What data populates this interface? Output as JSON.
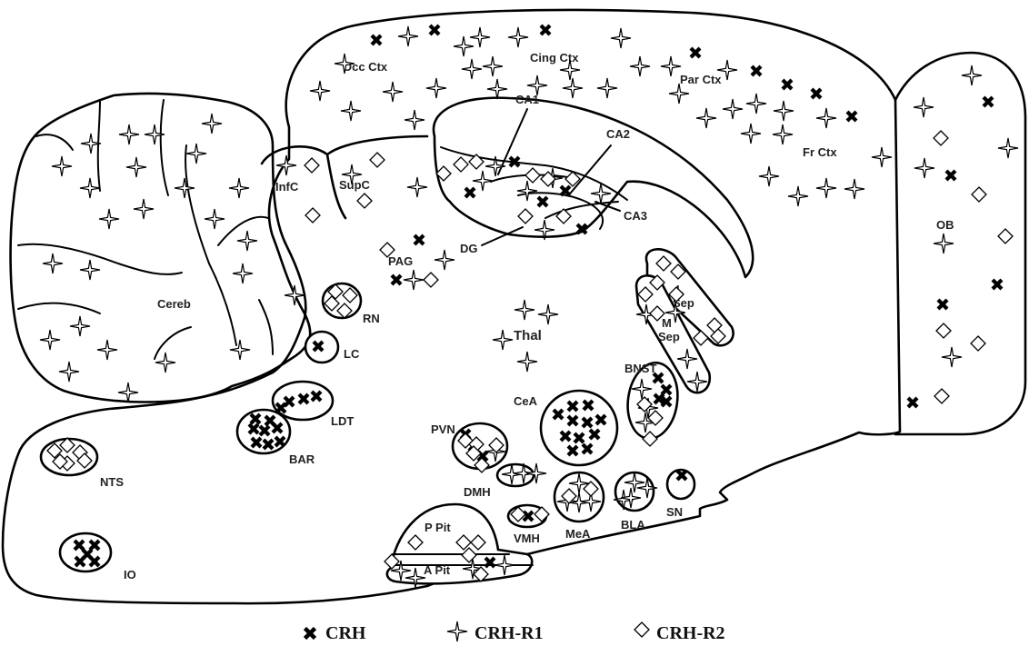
{
  "regions": {
    "occ_ctx": "Occ Ctx",
    "cing_ctx": "Cing Ctx",
    "par_ctx": "Par Ctx",
    "fr_ctx": "Fr Ctx",
    "ca1": "CA1",
    "ca2": "CA2",
    "ca3": "CA3",
    "dg": "DG",
    "infc": "InfC",
    "supc": "SupC",
    "pag": "PAG",
    "ob": "OB",
    "cereb": "Cereb",
    "rn": "RN",
    "lc": "LC",
    "ldt": "LDT",
    "bar": "BAR",
    "nts": "NTS",
    "io": "IO",
    "thal": "Thal",
    "l_sep": "L\nSep",
    "m_sep": "M\nSep",
    "bnst": "BNST",
    "cea": "CeA",
    "pvn": "PVN",
    "dmh": "DMH",
    "vmh": "VMH",
    "mea": "MeA",
    "bla": "BLA",
    "sn": "SN",
    "p_pit": "P Pit",
    "a_pit": "A Pit"
  },
  "legend": {
    "crh": "CRH",
    "crh_r1": "CRH-R1",
    "crh_r2": "CRH-R2"
  }
}
